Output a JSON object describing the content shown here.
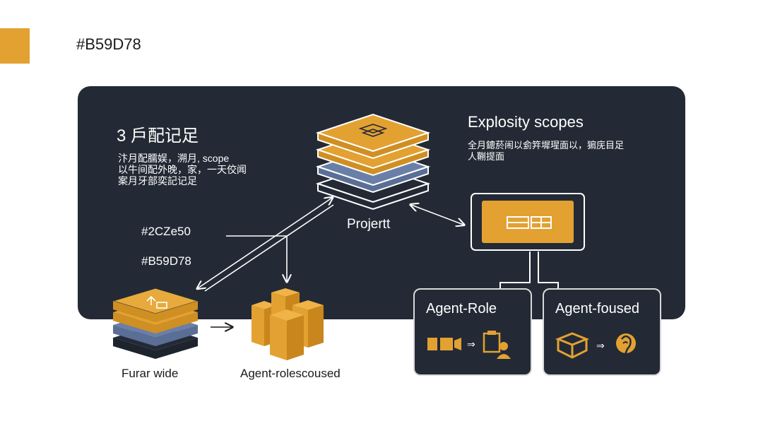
{
  "header": {
    "hex_label": "#B59D78"
  },
  "panel": {
    "left_title": "3 戶配记足",
    "left_desc": [
      "汴月配臑娱，溯月, scope",
      "以牛间配外晚，家，一天佼闻",
      "案月牙部奕記记足"
    ],
    "hex_codes": [
      "#2CZe50",
      "#B59D78"
    ],
    "right_title": "Explosity scopes",
    "right_desc": [
      "全月鏓菸闹以侴筓墀瑆面以，猏庑目足",
      "人鞩提面"
    ],
    "center_label": "Projertt"
  },
  "bottom": {
    "stack_label": "Furar wide",
    "cubes_label": "Agent-rolescoused"
  },
  "agents": [
    {
      "title": "Agent-Role"
    },
    {
      "title": "Agent-foused"
    }
  ],
  "colors": {
    "accent": "#E3A132",
    "panel": "#232A35",
    "layer_blue": "#6A7FA8",
    "layer_dark": "#232A35"
  }
}
